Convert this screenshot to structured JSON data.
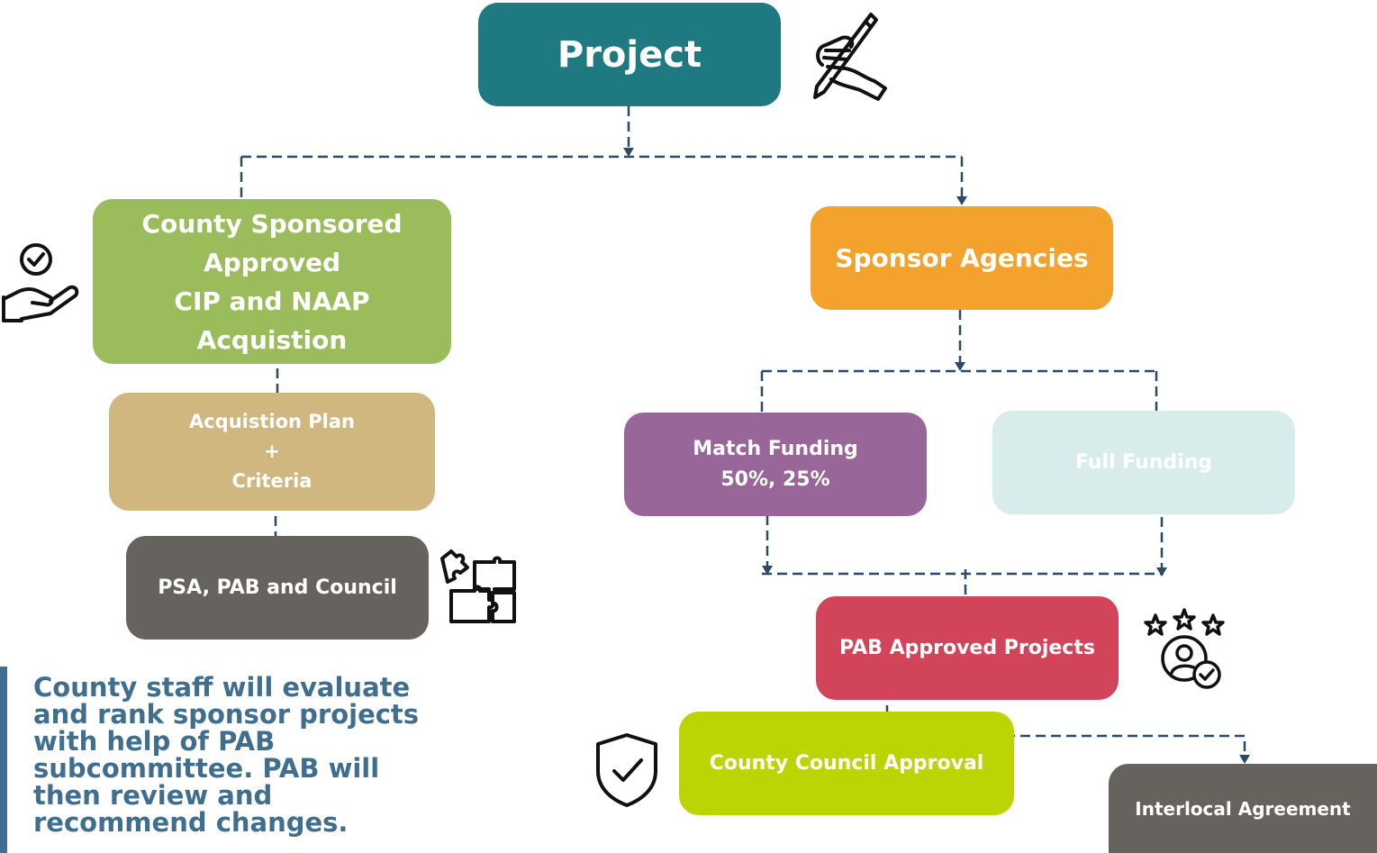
{
  "colors": {
    "project": "#1e7a80",
    "county_sponsored": "#9bbc5a",
    "acquisition_plan": "#cfb77f",
    "psa": "#66635e",
    "sponsor_agencies": "#f3a22e",
    "match_funding": "#996699",
    "full_funding": "#d9ecec",
    "pab_approved": "#d2445a",
    "council_approval": "#bcd403",
    "interlocal": "#66635e",
    "connector": "#2c4a68",
    "note_text": "#3f6e8f"
  },
  "nodes": {
    "project": {
      "label": "Project"
    },
    "county_sponsored": {
      "lines": [
        "County Sponsored",
        "Approved",
        "CIP and NAAP",
        "Acquistion"
      ]
    },
    "acquisition_plan": {
      "lines": [
        "Acquistion Plan",
        "+",
        "Criteria"
      ]
    },
    "psa": {
      "label": "PSA, PAB and Council"
    },
    "sponsor_agencies": {
      "label": "Sponsor Agencies"
    },
    "match_funding": {
      "lines": [
        "Match Funding",
        "50%, 25%"
      ]
    },
    "full_funding": {
      "label": "Full Funding"
    },
    "pab_approved": {
      "label": "PAB Approved Projects"
    },
    "council_approval": {
      "label": "County Council Approval"
    },
    "interlocal": {
      "label": "Interlocal Agreement"
    }
  },
  "icons": {
    "project": "hand-with-pencil-icon",
    "county_sponsored": "hand-with-checkmark-icon",
    "psa": "puzzle-pieces-icon",
    "pab_approved": "user-with-stars-icon",
    "council_approval": "shield-check-icon"
  },
  "note": {
    "text": "County staff will evaluate and rank sponsor projects with help of PAB subcommittee. PAB will then review and recommend changes."
  }
}
